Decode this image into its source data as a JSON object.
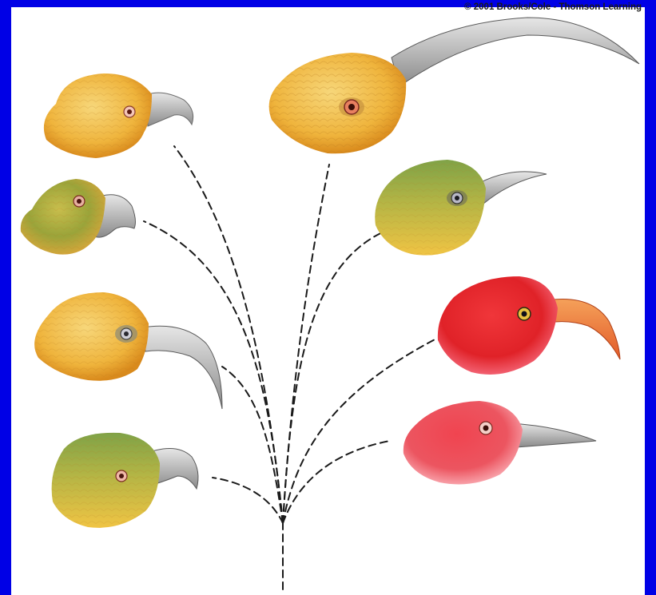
{
  "credit_text": "© 2001 Brooks/Cole - Thomson Learning",
  "colors": {
    "border": "#0000e6",
    "background": "#ffffff",
    "branch_line": "#1a1a1a",
    "yellow_plumage": "#f2c04a",
    "green_plumage": "#a8ad3c",
    "red_plumage": "#e8262c",
    "pink_red_plumage": "#ee4850",
    "beak_grey": "#c8c8c8",
    "beak_orange": "#ee7a3a"
  },
  "birds": [
    {
      "name": "yellow finch-billed honeycreeper",
      "side": "left",
      "beak": "short hooked"
    },
    {
      "name": "green parrot-billed honeycreeper",
      "side": "left",
      "beak": "thick parrot-like"
    },
    {
      "name": "yellow sickle-billed honeycreeper",
      "side": "left",
      "beak": "long lower curved"
    },
    {
      "name": "olive hook-billed honeycreeper",
      "side": "left",
      "beak": "large hooked"
    },
    {
      "name": "long curved-billed honeycreeper",
      "side": "right",
      "beak": "very long curved"
    },
    {
      "name": "green thin-billed honeycreeper",
      "side": "right",
      "beak": "thin pointed"
    },
    {
      "name": "red sickle-billed honeycreeper",
      "side": "right",
      "beak": "curved orange"
    },
    {
      "name": "red straight-billed honeycreeper",
      "side": "right",
      "beak": "thin straight"
    }
  ]
}
